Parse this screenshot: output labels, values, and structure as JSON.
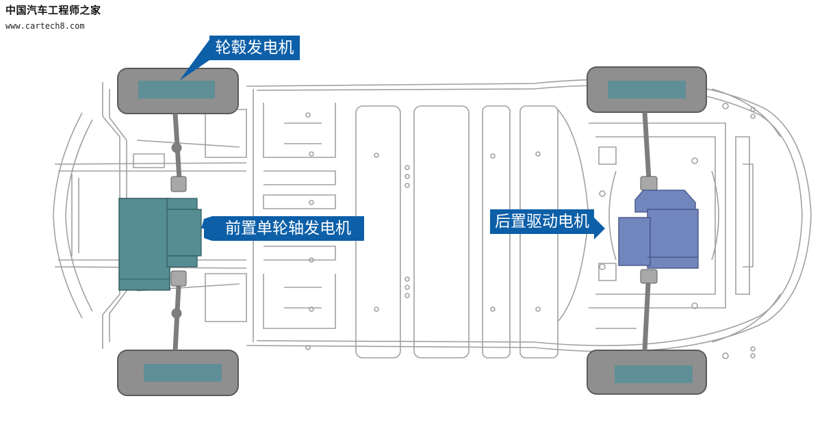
{
  "watermark": {
    "title": "中国汽车工程师之家",
    "url": "www.cartech8.com"
  },
  "labels": {
    "hub_motor": "轮毂发电机",
    "front_single_axle_motor": "前置单轮轴发电机",
    "rear_drive_motor": "后置驱动电机"
  },
  "colors": {
    "chassis_line": "#a0a0a0",
    "tire": "#8f8f8f",
    "tire_outline": "#5a5a5a",
    "hub_fill": "#5e8f96",
    "front_motor": "#558d93",
    "rear_motor": "#7186bd",
    "callout": "#0d5fa8",
    "shaft": "#7d7d7d"
  }
}
